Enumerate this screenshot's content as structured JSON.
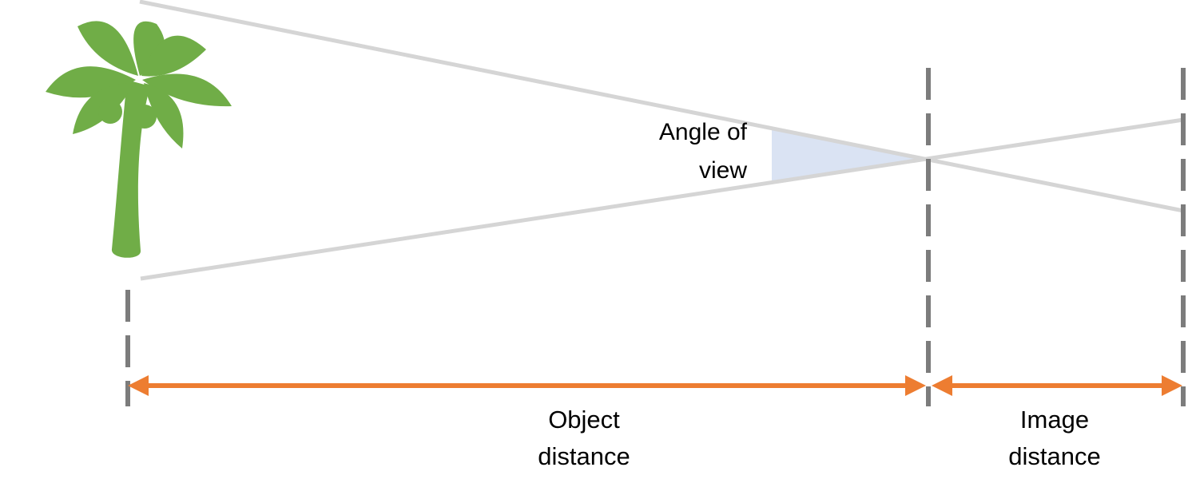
{
  "diagram": {
    "type": "optics-angle-of-view-diagram",
    "labels": {
      "angle_of_view": "Angle of\nview",
      "object_distance": "Object\ndistance",
      "image_distance": "Image\ndistance"
    },
    "icons": {
      "object": "palm-tree-icon"
    }
  },
  "colors": {
    "background": "#FFFFFF",
    "tree_green": "#70AD47",
    "ray_gray": "#D5D5D5",
    "dash_gray": "#7C7C7C",
    "arrow_orange": "#ED7D31",
    "angle_fill": "#DAE3F3",
    "text_color": "#000000"
  }
}
